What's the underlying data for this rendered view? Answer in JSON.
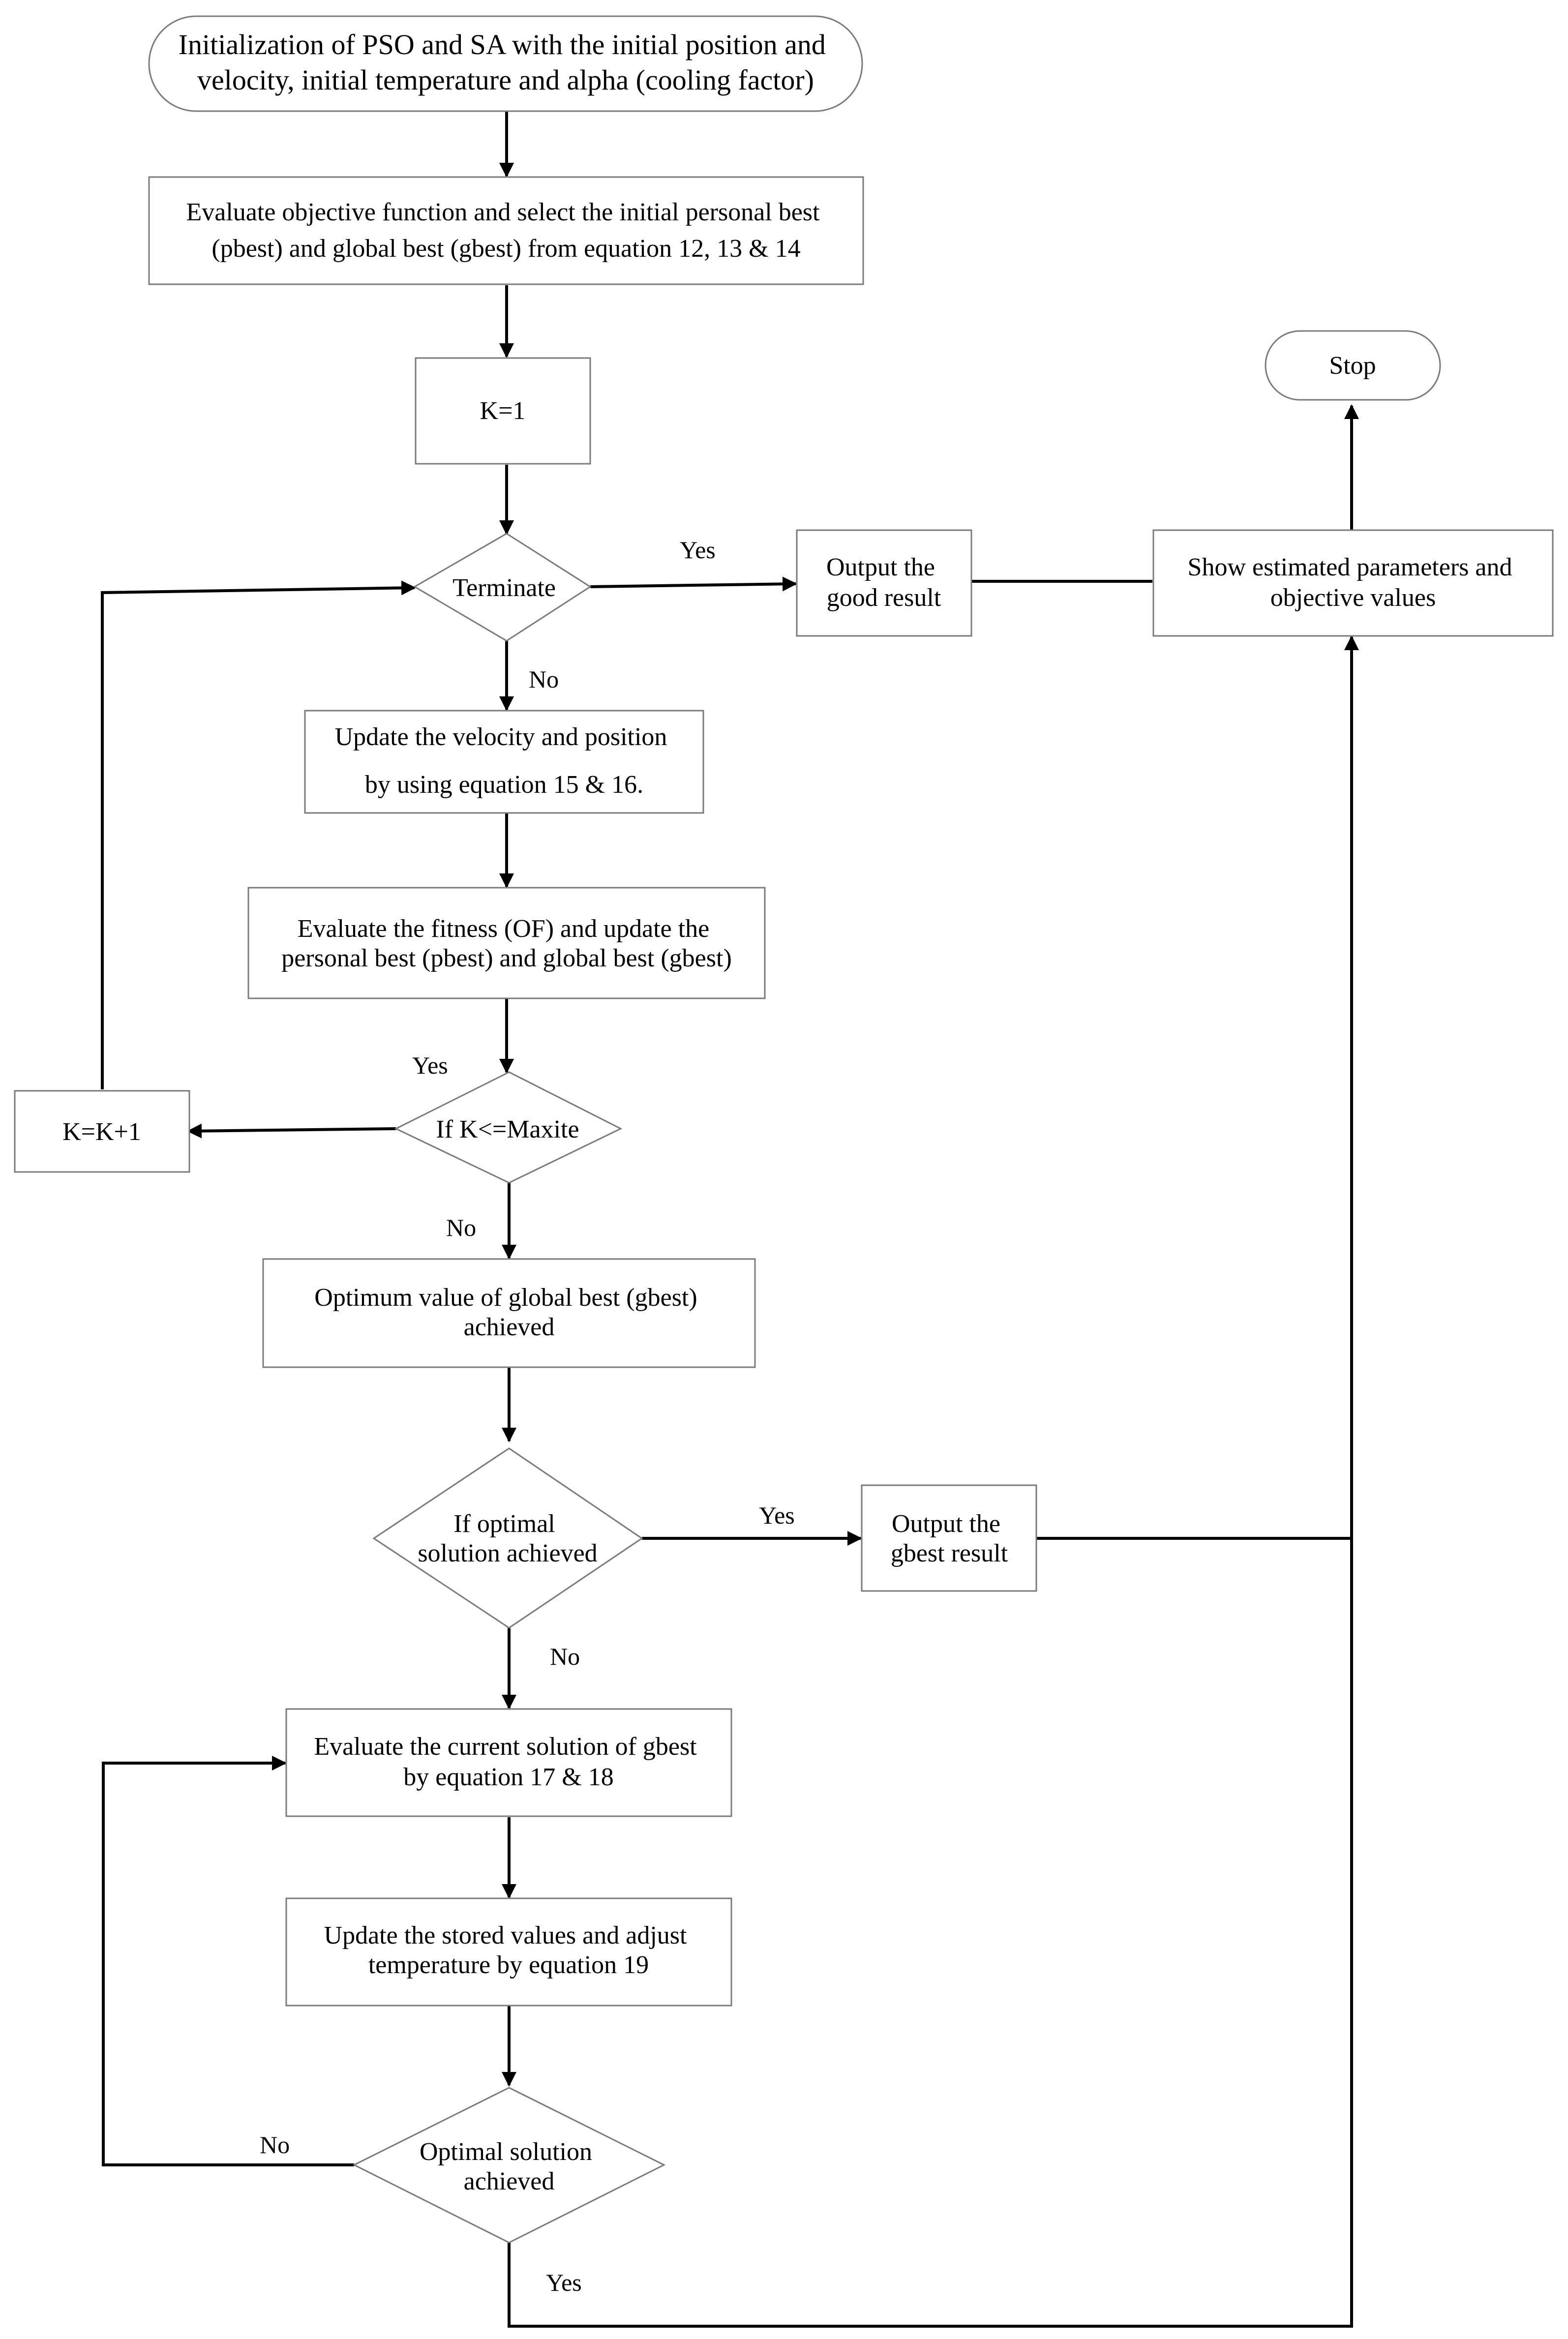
{
  "colors": {
    "stroke": "#7a7a7a",
    "arrow": "#000000",
    "text": "#000000",
    "background": "#ffffff"
  },
  "nodes": {
    "init": {
      "lines": [
        "Initialization of PSO and SA with the initial position and",
        "velocity, initial temperature and alpha (cooling factor)"
      ]
    },
    "eval_obj": {
      "lines": [
        "Evaluate objective function and select the initial personal best",
        "(pbest) and global best (gbest) from equation 12, 13 & 14"
      ]
    },
    "k1": {
      "lines": [
        "K=1"
      ]
    },
    "terminate": {
      "lines": [
        "Terminate"
      ]
    },
    "output_good": {
      "lines": [
        "Output the",
        "good result"
      ]
    },
    "show_params": {
      "lines": [
        "Show estimated parameters and",
        "objective values"
      ]
    },
    "stop": {
      "lines": [
        "Stop"
      ]
    },
    "update_vel": {
      "lines": [
        "Update the velocity and position",
        "by using equation 15 & 16."
      ]
    },
    "eval_fitness": {
      "lines": [
        "Evaluate the fitness (OF) and update the",
        "personal best (pbest) and global best (gbest)"
      ]
    },
    "if_k": {
      "lines": [
        "If K<=Maxite"
      ]
    },
    "kk1": {
      "lines": [
        "K=K+1"
      ]
    },
    "optimum": {
      "lines": [
        "Optimum value of global best (gbest)",
        "achieved"
      ]
    },
    "if_optimal": {
      "lines": [
        "If optimal",
        "solution achieved"
      ]
    },
    "output_gbest": {
      "lines": [
        "Output the",
        "gbest result"
      ]
    },
    "eval_current": {
      "lines": [
        "Evaluate the current solution of gbest",
        "by equation 17 & 18"
      ]
    },
    "update_stored": {
      "lines": [
        "Update the stored values and adjust",
        "temperature by equation 19"
      ]
    },
    "optimal2": {
      "lines": [
        "Optimal solution",
        "achieved"
      ]
    }
  },
  "edge_labels": {
    "terminate_yes": "Yes",
    "terminate_no": "No",
    "ifk_yes": "Yes",
    "ifk_no": "No",
    "ifopt_yes": "Yes",
    "ifopt_no": "No",
    "opt2_no": "No",
    "opt2_yes": "Yes"
  }
}
